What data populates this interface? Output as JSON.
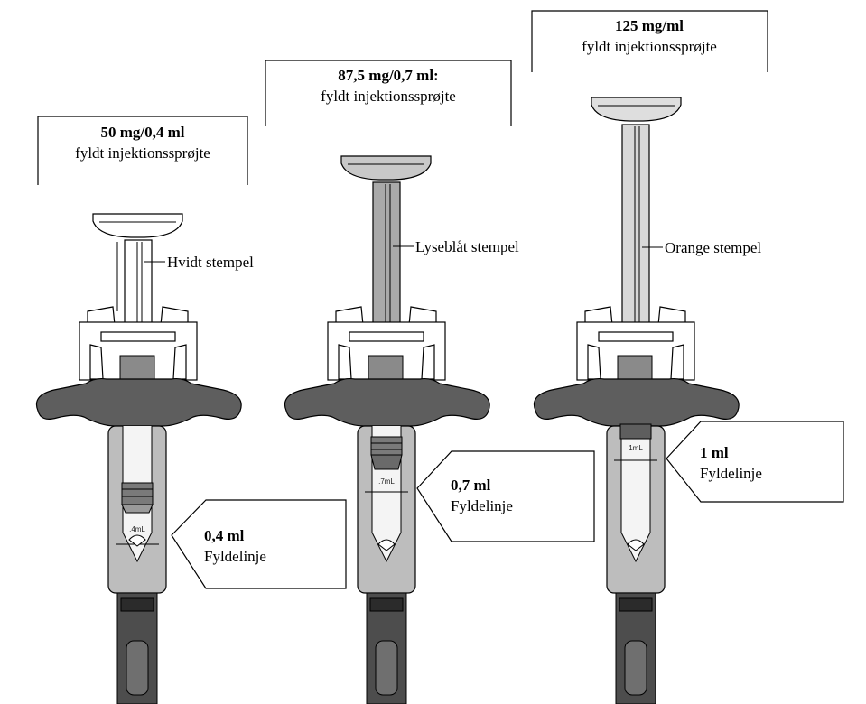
{
  "syringes": [
    {
      "title_bold": "50 mg/0,4 ml",
      "title_reg": "fyldt injektionssprøjte",
      "plunger_label": "Hvidt stempel",
      "plunger_color": "#ffffff",
      "fill_mark": ".4mL",
      "callout_bold": "0,4 ml",
      "callout_reg": "Fyldelinje"
    },
    {
      "title_bold": "87,5 mg/0,7 ml:",
      "title_reg": "fyldt injektionssprøjte",
      "plunger_label": "Lyseblåt stempel",
      "plunger_color": "#a9a9a9",
      "fill_mark": ".7mL",
      "callout_bold": "0,7 ml",
      "callout_reg": "Fyldelinje"
    },
    {
      "title_bold": "125 mg/ml",
      "title_reg": "fyldt injektionssprøjte",
      "plunger_label": "Orange stempel",
      "plunger_color": "#d8d8d8",
      "fill_mark": "1mL",
      "callout_bold": "1 ml",
      "callout_reg": "Fyldelinje"
    }
  ],
  "colors": {
    "grip": "#5e5e5e",
    "barrel_tint": "#bdbdbd",
    "needle_cap": "#6a6a6a",
    "stopper": "#7a7a7a"
  }
}
